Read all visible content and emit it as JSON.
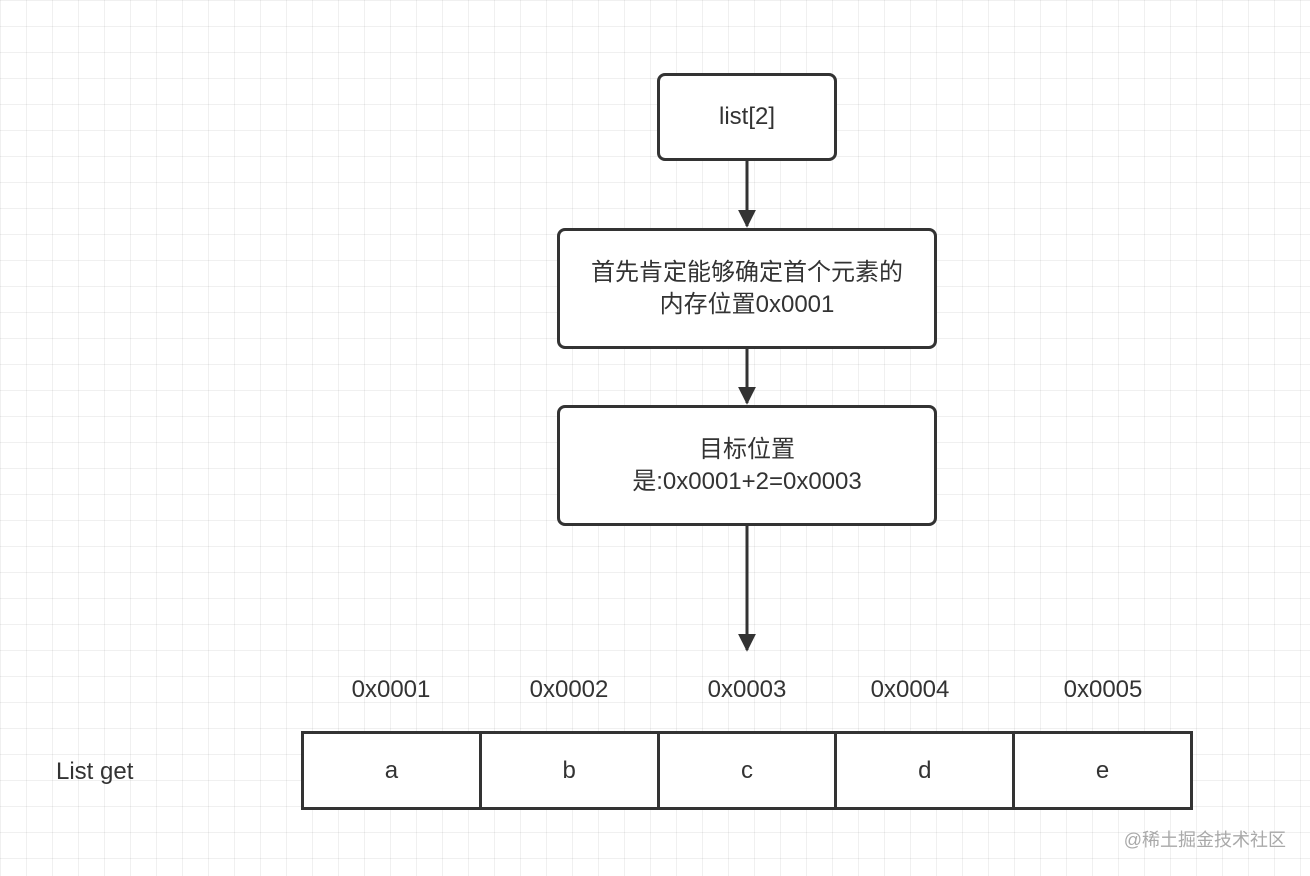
{
  "flow": {
    "index_box": "list[2]",
    "first_box": "首先肯定能够确定首个元素的\n内存位置0x0001",
    "target_box": "目标位置\n是:0x0001+2=0x0003"
  },
  "addresses": [
    "0x0001",
    "0x0002",
    "0x0003",
    "0x0004",
    "0x0005"
  ],
  "row_label": "List get",
  "cells": [
    "a",
    "b",
    "c",
    "d",
    "e"
  ],
  "watermark": "@稀土掘金技术社区",
  "colors": {
    "stroke": "#333333",
    "grid": "#e8e8e8",
    "background": "#ffffff",
    "watermark": "#a9a9a9"
  }
}
